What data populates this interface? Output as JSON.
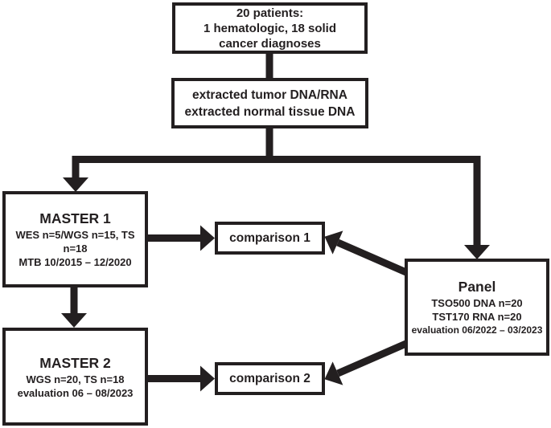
{
  "boxes": {
    "patients": {
      "lines": [
        "20 patients:",
        "1 hematologic, 18 solid",
        "cancer diagnoses"
      ]
    },
    "extraction": {
      "lines": [
        "extracted tumor DNA/RNA",
        "extracted normal tissue DNA"
      ]
    },
    "master1": {
      "title": "MASTER 1",
      "lines": [
        "WES n=5/WGS n=15, TS n=18",
        "MTB 10/2015 – 12/2020"
      ]
    },
    "comparison1": {
      "label": "comparison 1"
    },
    "panel": {
      "title": "Panel",
      "lines": [
        "TSO500 DNA n=20",
        "TST170 RNA n=20",
        "evaluation 06/2022 – 03/2023"
      ]
    },
    "master2": {
      "title": "MASTER 2",
      "lines": [
        "WGS n=20, TS n=18",
        "evaluation 06 – 08/2023"
      ]
    },
    "comparison2": {
      "label": "comparison 2"
    }
  },
  "colors": {
    "ink": "#231f20",
    "background": "#ffffff"
  }
}
